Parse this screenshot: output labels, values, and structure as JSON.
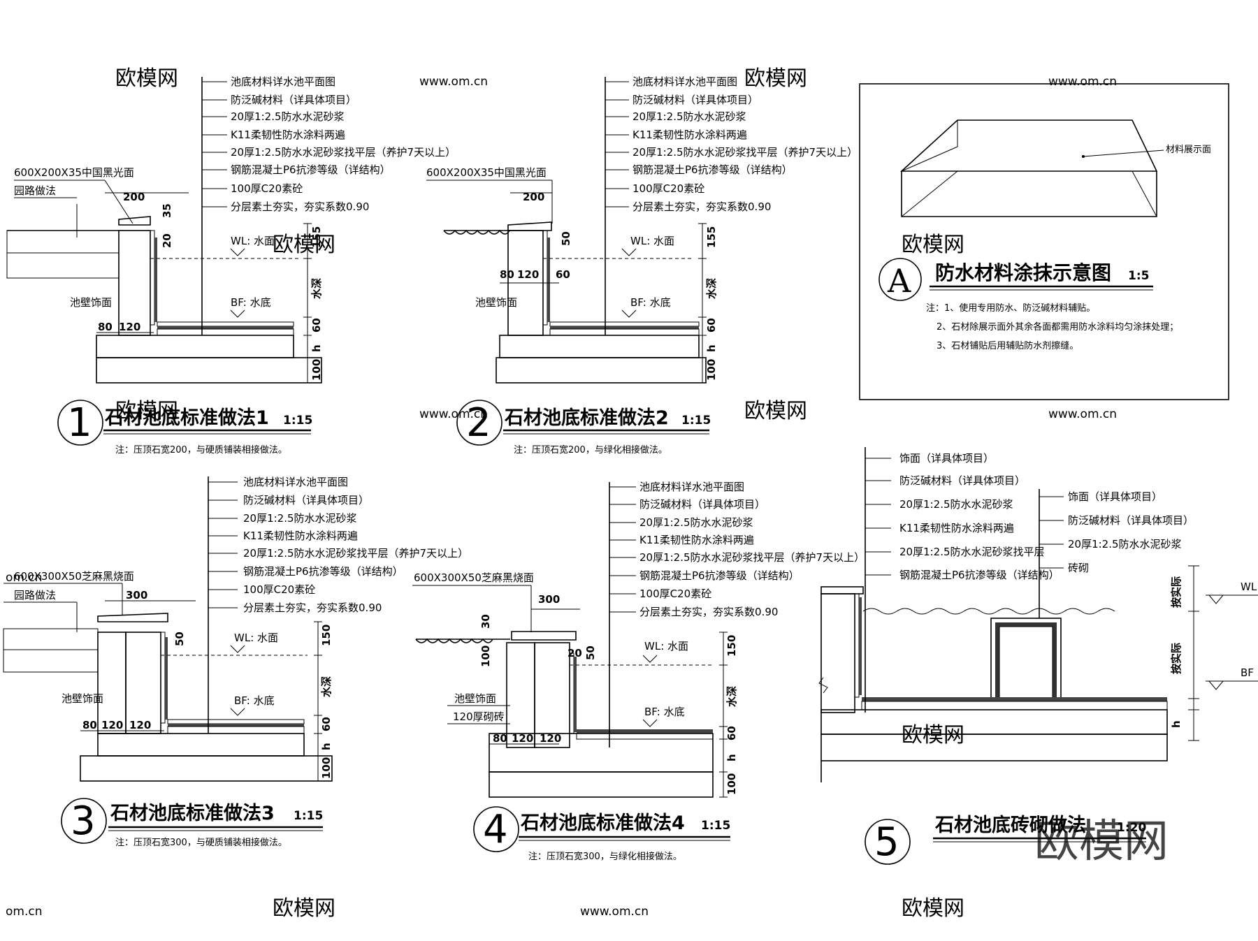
{
  "watermark": {
    "brand": "欧模网",
    "site": "www.om.cn",
    "site_short": "om.cn"
  },
  "layer_labels_full": [
    "池底材料详水池平面图",
    "防泛碱材料（详具体项目）",
    "20厚1:2.5防水水泥砂浆",
    "K11柔韧性防水涂料两遍",
    "20厚1:2.5防水水泥砂浆找平层（养护7天以上）",
    "钢筋混凝土P6抗渗等级（详结构）",
    "100厚C20素砼",
    "分层素土夯实，夯实系数0.90"
  ],
  "common": {
    "wl": "WL: 水面",
    "bf": "BF: 水底",
    "depth": "水深",
    "wall_finish": "池壁饰面",
    "path": "园路做法",
    "brick120": "120厚砌砖",
    "d_h": "h",
    "d_100": "100",
    "d_60": "60",
    "d_80": "80",
    "d_120": "120",
    "d_155": "155",
    "d_150": "150",
    "d_200": "200",
    "d_300": "300",
    "d_35": "35",
    "d_20": "20",
    "d_50": "50",
    "d_30": "30"
  },
  "details": [
    {
      "num": "1",
      "title": "石材池底标准做法1",
      "scale": "1:15",
      "note": "注：压顶石宽200，与硬质铺装相接做法。",
      "stone": "600X200X35中国黑光面"
    },
    {
      "num": "2",
      "title": "石材池底标准做法2",
      "scale": "1:15",
      "note": "注：压顶石宽200，与绿化相接做法。",
      "stone": "600X200X35中国黑光面"
    },
    {
      "num": "3",
      "title": "石材池底标准做法3",
      "scale": "1:15",
      "note": "注：压顶石宽300，与硬质铺装相接做法。",
      "stone": "600X300X50芝麻黑烧面"
    },
    {
      "num": "4",
      "title": "石材池底标准做法4",
      "scale": "1:15",
      "note": "注：压顶石宽300，与绿化相接做法。",
      "stone": "600X300X50芝麻黑烧面"
    },
    {
      "num": "5",
      "title": "石材池底砖砌做法",
      "scale": "1:20"
    }
  ],
  "panel_a": {
    "letter": "A",
    "title": "防水材料涂抹示意图",
    "scale": "1:5",
    "label": "材料展示面",
    "notes": [
      "注：1、使用专用防水、防泛碱材料辅贴。",
      "2、石材除展示面外其余各面都需用防水涂料均匀涂抹处理；",
      "3、石材铺贴后用辅贴防水剂擦缝。"
    ]
  },
  "detail5": {
    "left_labels": [
      "饰面（详具体项目）",
      "防泛碱材料（详具体项目）",
      "20厚1:2.5防水水泥砂浆",
      "K11柔韧性防水涂料两遍",
      "20厚1:2.5防水水泥砂浆找平层",
      "钢筋混凝土P6抗渗等级（详结构）"
    ],
    "right_labels": [
      "饰面（详具体项目）",
      "防泛碱材料（详具体项目）",
      "20厚1:2.5防水水泥砂浆",
      "砖砌"
    ],
    "by_site": "按实际",
    "wl": "WL",
    "bf": "BF",
    "h": "h"
  }
}
